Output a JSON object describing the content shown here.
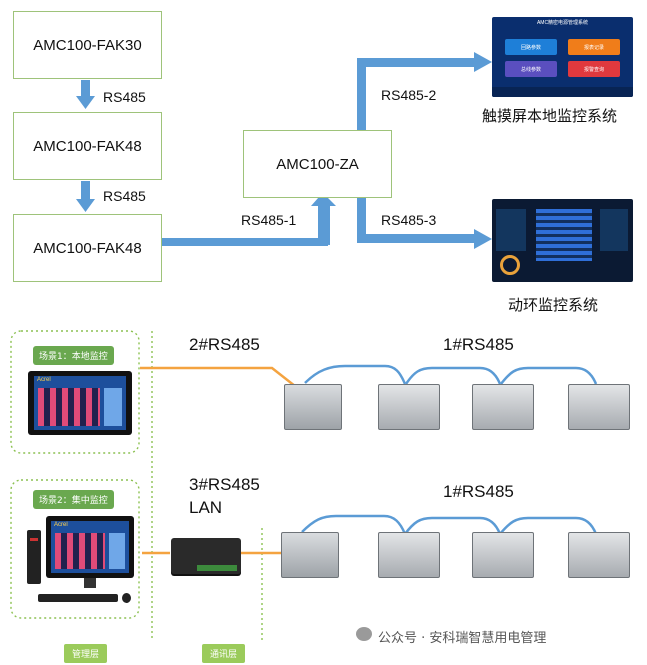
{
  "top_diagram": {
    "fak30": "AMC100-FAK30",
    "fak48_a": "AMC100-FAK48",
    "fak48_b": "AMC100-FAK48",
    "za": "AMC100-ZA",
    "link_1": "RS485",
    "link_2": "RS485",
    "link_za": "RS485-1",
    "link_out2": "RS485-2",
    "link_out3": "RS485-3",
    "touch_label": "触摸屏本地监控系统",
    "env_label": "动环监控系统",
    "touch_title": "AMC精密电源管理系统",
    "tile_1": "回路参数",
    "tile_2": "报表记录",
    "tile_3": "总线参数",
    "tile_4": "报警查询"
  },
  "bottom_diagram": {
    "scene1": "场景1：本地监控",
    "scene2": "场景2：集中监控",
    "bus_2": "2#RS485",
    "bus_1a": "1#RS485",
    "bus_3": "3#RS485",
    "bus_lan": "LAN",
    "bus_1b": "1#RS485",
    "layer_mgmt": "管理层",
    "layer_comm": "通讯层",
    "brand": "Acrel"
  },
  "watermark": "公众号 · 安科瑞智慧用电管理",
  "colors": {
    "arrow_blue": "#5b9bd5",
    "box_border": "#9ec37a",
    "orange_line": "#f4a340",
    "green_dash": "#8cc152"
  }
}
